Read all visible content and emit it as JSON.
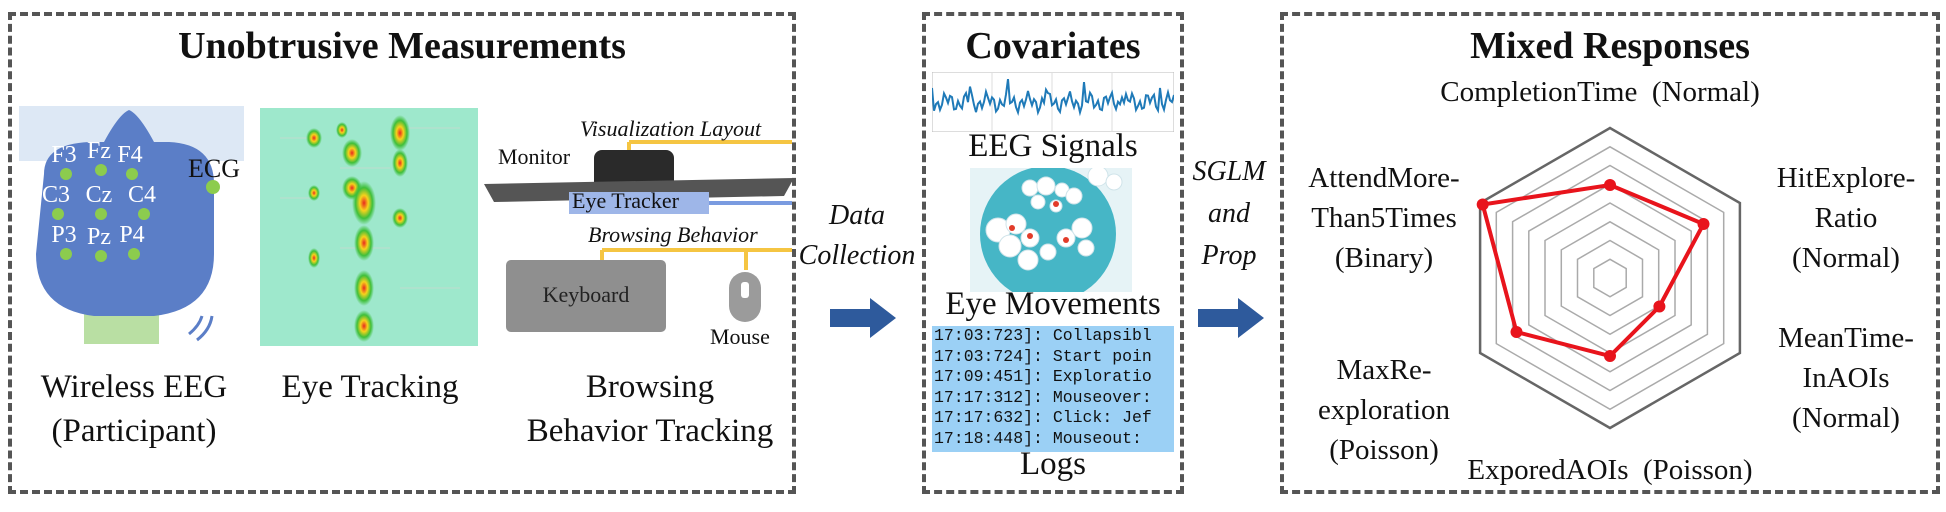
{
  "panels": {
    "measurements": {
      "title": "Unobtrusive Measurements",
      "eeg": {
        "electrodes": [
          "F3",
          "Fz",
          "F4",
          "C3",
          "Cz",
          "C4",
          "P3",
          "Pz",
          "P4"
        ],
        "ecg": "ECG",
        "caption_line1": "Wireless EEG",
        "caption_line2": "(Participant)"
      },
      "eye_tracking": {
        "caption": "Eye Tracking"
      },
      "browsing": {
        "visualization_layout": "Visualization Layout",
        "monitor": "Monitor",
        "eye_tracker": "Eye Tracker",
        "browsing_behavior": "Browsing Behavior",
        "keyboard": "Keyboard",
        "mouse": "Mouse",
        "caption_line1": "Browsing",
        "caption_line2": "Behavior Tracking"
      }
    },
    "covariates": {
      "title": "Covariates",
      "eeg_signals": "EEG Signals",
      "eye_movements": "Eye Movements",
      "log_lines": [
        "17:03:723]: Collapsibl",
        "17:03:724]: Start poin",
        "17:09:451]: Exploratio",
        "17:17:312]: Mouseover:",
        "17:17:632]: Click: Jef",
        "17:18:448]: Mouseout: "
      ],
      "logs": "Logs"
    },
    "responses": {
      "title": "Mixed Responses",
      "axes": [
        {
          "lines": [
            "CompletionTime  (Normal)"
          ]
        },
        {
          "lines": [
            "HitExplore-",
            "Ratio",
            "(Normal)"
          ]
        },
        {
          "lines": [
            "MeanTime-",
            "InAOIs",
            "(Normal)"
          ]
        },
        {
          "lines": [
            "ExporedAOIs  (Poisson)"
          ]
        },
        {
          "lines": [
            "MaxRe-",
            "exploration",
            "(Poisson)"
          ]
        },
        {
          "lines": [
            "AttendMore-",
            "Than5Times",
            "(Binary)"
          ]
        }
      ],
      "radar_levels": 8,
      "radar_values": [
        0.62,
        0.72,
        0.38,
        0.52,
        0.72,
        0.98
      ],
      "line_color": "#e8141c"
    }
  },
  "arrows": {
    "data_collection": [
      "Data",
      "Collection"
    ],
    "sglm": [
      "SGLM",
      "and",
      "Prop"
    ]
  },
  "colors": {
    "arrow": "#2e5a9c",
    "head": "#5b7ec7",
    "electrode": "#8ccc4e",
    "heatmap_bg": "#9ee8cc",
    "log_bg": "#9bd0f5",
    "signal": "#1f7ab8",
    "yellow_line": "#f5c542"
  }
}
